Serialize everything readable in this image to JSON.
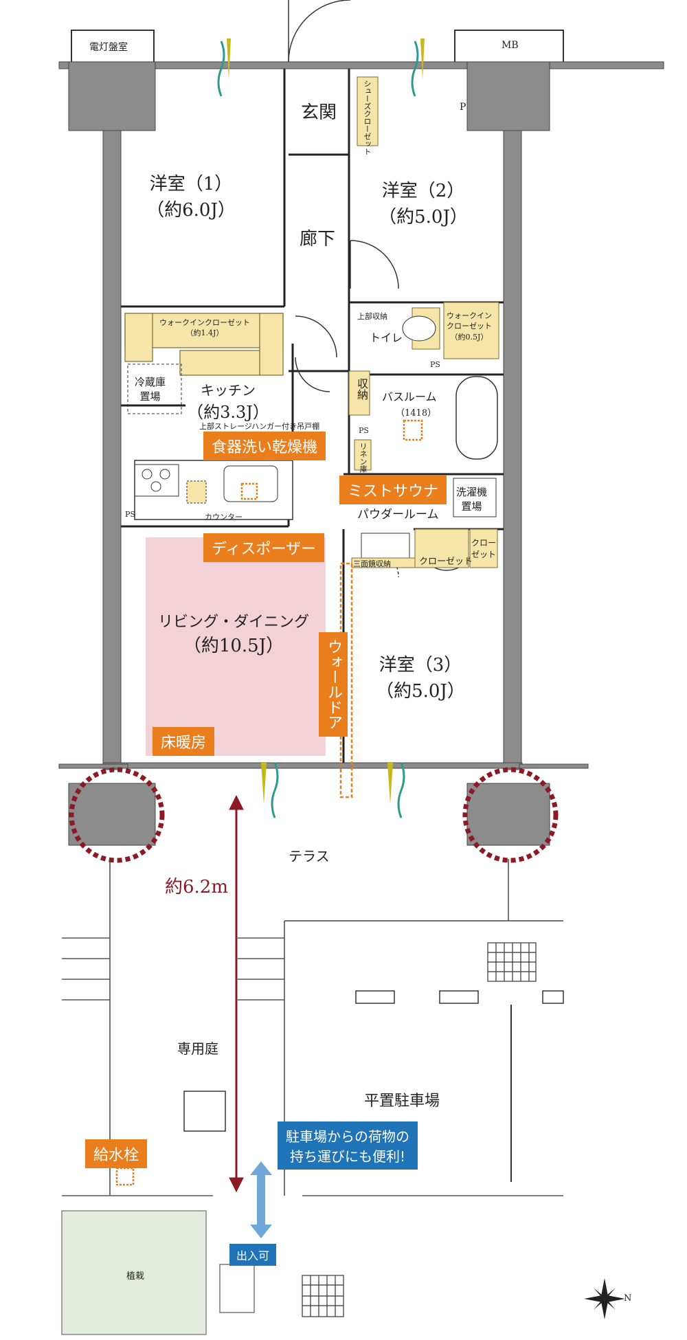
{
  "rooms": {
    "western1": {
      "name": "洋室（1）",
      "size": "（約6.0J）"
    },
    "western2": {
      "name": "洋室（2）",
      "size": "（約5.0J）"
    },
    "western3": {
      "name": "洋室（3）",
      "size": "（約5.0J）"
    },
    "ld": {
      "name": "リビング・ダイニング",
      "size": "（約10.5J）"
    },
    "kitchen": {
      "name": "キッチン",
      "size": "（約3.3J）"
    },
    "entrance": "玄関",
    "hallway": "廊下",
    "toilet": "トイレ",
    "bathroom": {
      "name": "バスルーム",
      "size": "（1418）"
    },
    "powder": "パウダールーム",
    "terrace": "テラス",
    "garden": "専用庭",
    "parking": "平置駐車場",
    "planting": "植栽"
  },
  "fixtures": {
    "electric_panel": "電灯盤室",
    "mb": "MB",
    "p": "P",
    "ps1": "PS",
    "ps2": "PS",
    "ps3": "PS",
    "shoe_closet": "シューズクローゼット",
    "walkin1": {
      "name": "ウォークインクローゼット",
      "size": "（約1.4J）"
    },
    "walkin2": {
      "line1": "ウォークイン",
      "line2": "クローゼット",
      "size": "（約0.5J）"
    },
    "upper_storage": "上部収納",
    "fridge": {
      "line1": "冷蔵庫",
      "line2": "置場"
    },
    "storage": "収納",
    "linen": "リネン庫",
    "washer": {
      "line1": "洗濯機",
      "line2": "置場"
    },
    "closet1": "クローゼット",
    "closet2": {
      "line1": "クロー",
      "line2": "ゼット"
    },
    "mirror": "三面鏡収納",
    "counter": "カウンター",
    "hanger_note": "上部ストレージハンガー付き吊戸棚"
  },
  "features": {
    "dishwasher": "食器洗い乾燥機",
    "mist_sauna": "ミストサウナ",
    "disposer": "ディスポーザー",
    "wall_door": "ウォールドア",
    "floor_heating": "床暖房",
    "faucet": "給水栓"
  },
  "callouts": {
    "parking_note_line1": "駐車場からの荷物の",
    "parking_note_line2": "持ち運びにも便利!",
    "entry_ok": "出入可"
  },
  "measure": "約6.2m",
  "compass": "N",
  "colors": {
    "wall": "#8c8c8c",
    "storage": "#f5e5a8",
    "ld_floor_heating": "#f2d2d6",
    "feature_orange": "#ea7d1c",
    "callout_blue": "#1f73b7",
    "dimension_red": "#8b1a25",
    "planting_green": "#e4ecdd"
  }
}
